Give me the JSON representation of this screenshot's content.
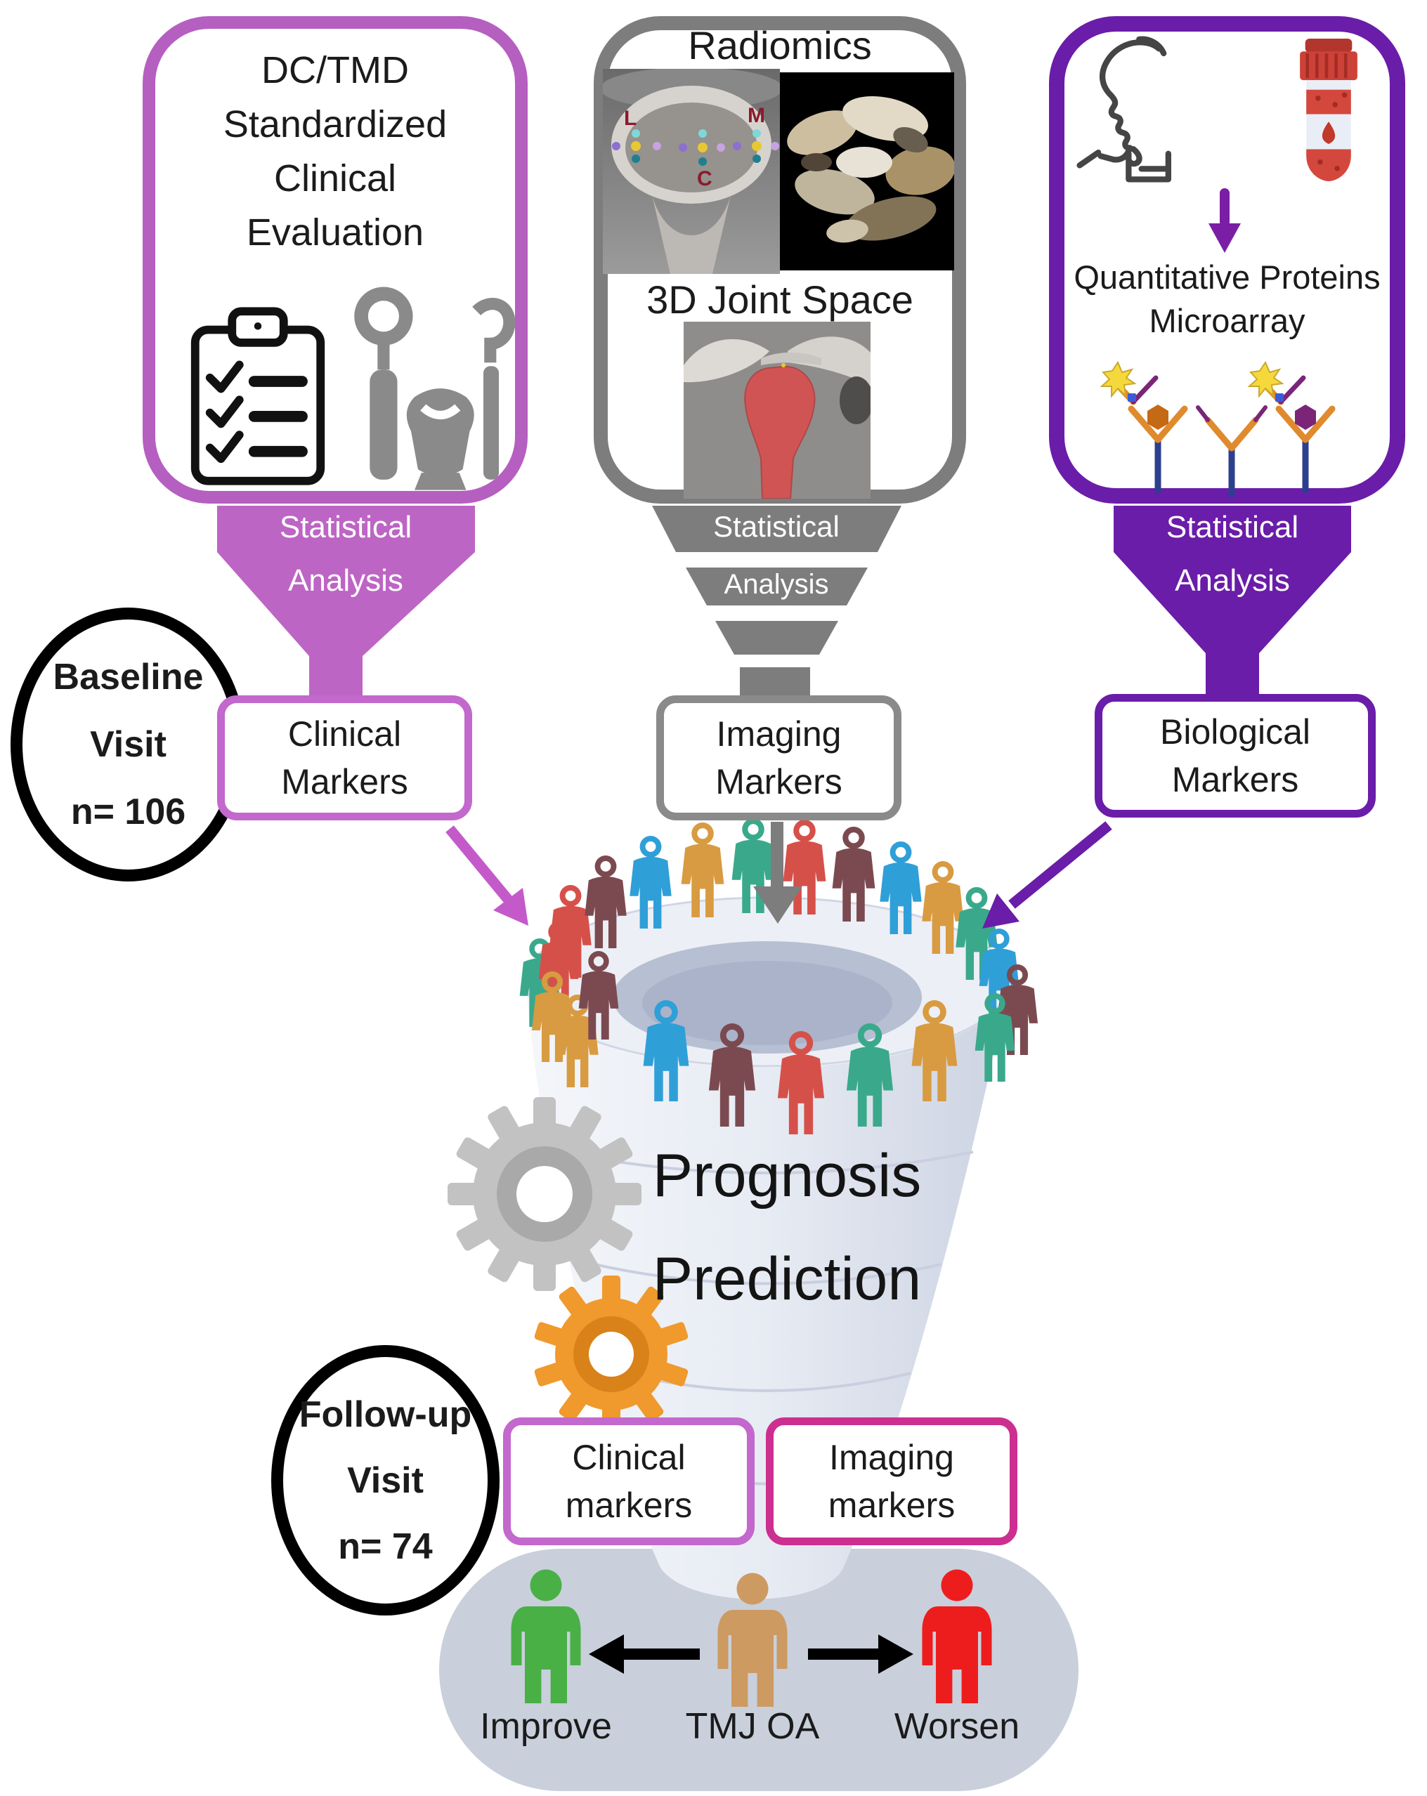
{
  "top_boxes": {
    "clinical_evaluation": {
      "lines": [
        "DC/TMD",
        "Standardized",
        "Clinical",
        "Evaluation"
      ]
    },
    "radiomics": {
      "title": "Radiomics",
      "mid_label": "3D Joint Space",
      "ct_annotations": {
        "lateral": "L",
        "medial": "M",
        "central": "C"
      }
    },
    "biological": {
      "lines": [
        "Quantitative Proteins",
        "Microarray"
      ]
    }
  },
  "funnels": {
    "clinical": {
      "line1": "Statistical",
      "line2": "Analysis"
    },
    "imaging": {
      "line1": "Statistical",
      "line2": "Analysis"
    },
    "biological": {
      "line1": "Statistical",
      "line2": "Analysis"
    }
  },
  "baseline_markers": {
    "clinical": {
      "line1": "Clinical",
      "line2": "Markers"
    },
    "imaging": {
      "line1": "Imaging",
      "line2": "Markers"
    },
    "biological": {
      "line1": "Biological",
      "line2": "Markers"
    }
  },
  "visits": {
    "baseline": {
      "line1": "Baseline",
      "line2": "Visit",
      "line3": "n= 106"
    },
    "followup": {
      "line1": "Follow-up",
      "line2": "Visit",
      "line3": "n= 74"
    }
  },
  "prediction": {
    "line1": "Prognosis",
    "line2": "Prediction"
  },
  "followup_markers": {
    "clinical": {
      "line1": "Clinical",
      "line2": "markers"
    },
    "imaging": {
      "line1": "Imaging",
      "line2": "markers"
    }
  },
  "outcomes": {
    "improve": "Improve",
    "disease": "TMJ OA",
    "worsen": "Worsen"
  },
  "palette": {
    "orchid": "#b55fc0",
    "deep_purple": "#6a1da8",
    "funnel_gray": "#7d7d7d",
    "magenta": "#cc2f8f",
    "improve_green": "#49b046",
    "disease_tan": "#cd9a62",
    "worsen_red": "#ee1d1d",
    "gear_gray": "#c2c2c2",
    "gear_orange": "#f0992d",
    "blob_gray": "#c9cfdb",
    "cone_white": "#eceff6"
  },
  "illustration": {
    "people_colors": {
      "red": "#d6504a",
      "maroon": "#7b4a50",
      "blue": "#2f9fd8",
      "gold": "#d89b41",
      "teal": "#3aa98b"
    },
    "people": [
      [
        812,
        1392,
        2.2,
        "red"
      ],
      [
        862,
        1350,
        2.2,
        "maroon"
      ],
      [
        926,
        1322,
        2.2,
        "blue"
      ],
      [
        1000,
        1306,
        2.25,
        "gold"
      ],
      [
        1072,
        1300,
        2.25,
        "teal"
      ],
      [
        1145,
        1302,
        2.25,
        "red"
      ],
      [
        1215,
        1312,
        2.25,
        "maroon"
      ],
      [
        1282,
        1330,
        2.2,
        "blue"
      ],
      [
        1342,
        1358,
        2.2,
        "gold"
      ],
      [
        1390,
        1395,
        2.2,
        "teal"
      ],
      [
        768,
        1462,
        2.1,
        "teal"
      ],
      [
        795,
        1438,
        2.1,
        "red"
      ],
      [
        786,
        1512,
        2.15,
        "gold"
      ],
      [
        822,
        1548,
        2.2,
        "gold"
      ],
      [
        852,
        1480,
        2.1,
        "maroon"
      ],
      [
        1422,
        1448,
        2.1,
        "blue"
      ],
      [
        1448,
        1502,
        2.15,
        "maroon"
      ],
      [
        1416,
        1540,
        2.1,
        "teal"
      ],
      [
        948,
        1568,
        2.4,
        "blue"
      ],
      [
        1042,
        1604,
        2.45,
        "maroon"
      ],
      [
        1140,
        1615,
        2.45,
        "red"
      ],
      [
        1238,
        1604,
        2.45,
        "teal"
      ],
      [
        1330,
        1568,
        2.4,
        "gold"
      ]
    ]
  }
}
